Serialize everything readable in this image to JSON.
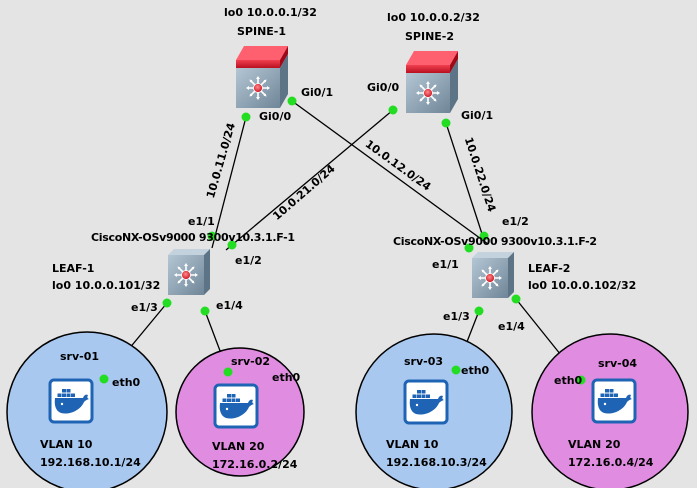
{
  "spines": [
    {
      "name": "SPINE-1",
      "loopback": "lo0 10.0.0.1/32"
    },
    {
      "name": "SPINE-2",
      "loopback": "lo0 10.0.0.2/32"
    }
  ],
  "leaves": [
    {
      "name": "LEAF-1",
      "loopback": "lo0 10.0.0.101/32",
      "model": "CiscoNX-OSv9000 9300v10.3.1.F-1"
    },
    {
      "name": "LEAF-2",
      "loopback": "lo0 10.0.0.102/32",
      "model": "CiscoNX-OSv9000 9300v10.3.1.F-2"
    }
  ],
  "servers": [
    {
      "name": "srv-01",
      "vlan": "VLAN 10",
      "ip": "192.168.10.1/24",
      "iface": "eth0",
      "color": "#a8c8f0"
    },
    {
      "name": "srv-02",
      "vlan": "VLAN 20",
      "ip": "172.16.0.2/24",
      "iface": "eth0",
      "color": "#e08ce0"
    },
    {
      "name": "srv-03",
      "vlan": "VLAN 10",
      "ip": "192.168.10.3/24",
      "iface": "eth0",
      "color": "#a8c8f0"
    },
    {
      "name": "srv-04",
      "vlan": "VLAN 20",
      "ip": "172.16.0.4/24",
      "iface": "eth0",
      "color": "#e08ce0"
    }
  ],
  "interfaces": {
    "spine1_gi00": "Gi0/0",
    "spine1_gi01": "Gi0/1",
    "spine2_gi00": "Gi0/0",
    "spine2_gi01": "Gi0/1",
    "leaf1_e11": "e1/1",
    "leaf1_e12": "e1/2",
    "leaf1_e13": "e1/3",
    "leaf1_e14": "e1/4",
    "leaf2_e11": "e1/1",
    "leaf2_e12": "e1/2",
    "leaf2_e13": "e1/3",
    "leaf2_e14": "e1/4"
  },
  "subnets": {
    "s1_l1": "10.0.11.0/24",
    "s1_l2": "10.0.12.0/24",
    "s2_l1": "10.0.21.0/24",
    "s2_l2": "10.0.22.0/24"
  },
  "colors": {
    "background": "#e4e4e4",
    "link": "#000000",
    "port_dot": "#22dd22",
    "vlan10": "#a8c8f0",
    "vlan20": "#e08ce0",
    "spine_top": "#e02030",
    "switch_body": "#8fa6b8",
    "docker": "#1e63b4"
  },
  "icons": {
    "spine": "nexus-switch-icon",
    "leaf": "switch-icon",
    "server": "docker-icon"
  }
}
